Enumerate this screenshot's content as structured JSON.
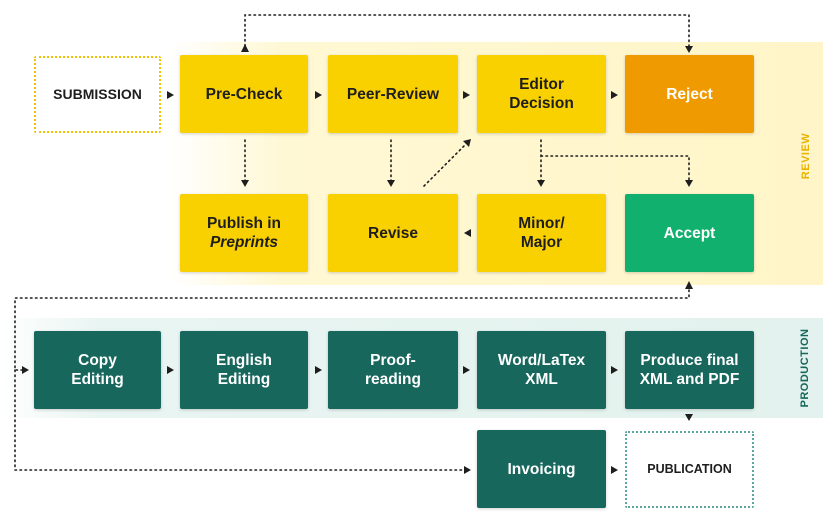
{
  "bands": {
    "review": "REVIEW",
    "production": "PRODUCTION"
  },
  "boxes": {
    "submission": "SUBMISSION",
    "precheck": "Pre-Check",
    "peer_review": "Peer-Review",
    "editor_decision": "Editor\nDecision",
    "reject": "Reject",
    "publish_in": "Publish in",
    "preprints": "Preprints",
    "revise": "Revise",
    "minor_major": "Minor/\nMajor",
    "accept": "Accept",
    "copy_editing": "Copy\nEditing",
    "english_editing": "English\nEditing",
    "proofreading": "Proof-\nreading",
    "word_latex": "Word/LaTex\nXML",
    "produce_final": "Produce final\nXML and PDF",
    "invoicing": "Invoicing",
    "publication": "PUBLICATION"
  },
  "colors": {
    "review_yellow": "#f9d000",
    "reject_orange": "#ef9a00",
    "accept_green": "#12b06e",
    "production_teal": "#17675d",
    "review_band": "#fff5c8",
    "production_band": "#e3f2ee"
  }
}
